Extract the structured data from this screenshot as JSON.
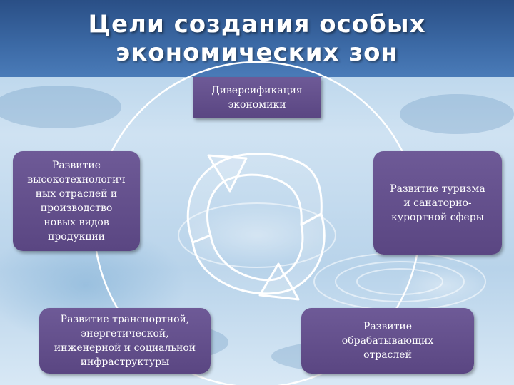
{
  "title": "Цели создания особых\nэкономических зон",
  "goals": [
    {
      "text": "Диверсификация\nэкономики"
    },
    {
      "text": "Развитие\nвысокотехнологич\nных отраслей и\nпроизводство\nновых видов\nпродукции"
    },
    {
      "text": "Развитие туризма\nи санаторно-\nкурортной сферы"
    },
    {
      "text": "Развитие транспортной,\nэнергетической,\nинженерной и социальной\nинфраструктуры"
    },
    {
      "text": "Развитие\nобрабатывающих\nотраслей"
    }
  ],
  "colors": {
    "header": "#3c6aa6",
    "box": "#5f4b88",
    "cycle_line": "#ffffff",
    "arrows": "#ffffff"
  }
}
